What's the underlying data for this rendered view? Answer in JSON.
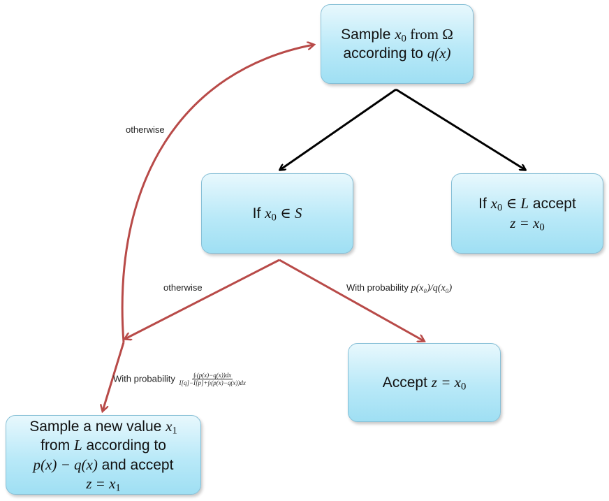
{
  "nodes": {
    "sample_x0": {
      "l1_pre": "Sample ",
      "l1_var": "x",
      "l1_sub": "0",
      "l1_post": " from Ω",
      "l2_pre": "according to ",
      "l2_math": "q(x)"
    },
    "if_in_s": {
      "pre": "If ",
      "var": "x",
      "sub": "0",
      "post": " ∈ S"
    },
    "if_in_l": {
      "pre": "If ",
      "var": "x",
      "sub": "0",
      "mid": " ∈ ",
      "set": "L",
      "post": " accept",
      "l2": "z = x",
      "l2_sub": "0"
    },
    "accept_z": {
      "pre": "Accept ",
      "math": "z = x",
      "sub": "0"
    },
    "sample_x1": {
      "l1": "Sample a new value ",
      "l1_var": "x",
      "l1_sub": "1",
      "l2_pre": "from ",
      "l2_set": "L",
      "l2_post": " according to",
      "l3_math": "p(x) − q(x)",
      "l3_post": " and accept",
      "l4": "z = x",
      "l4_sub": "1"
    }
  },
  "edge_labels": {
    "otherwise_top": "otherwise",
    "otherwise_mid": "otherwise",
    "with_prob_right_text": "With probability ",
    "with_prob_right_math": "p(x₀)/q(x₀)",
    "with_prob_left_text": "With probability ",
    "with_prob_left_num": "∫ₗ(p(x)−q(x))dx",
    "with_prob_left_den": "I[q]−I[p]+∫ₗ(p(x)−q(x))dx"
  },
  "colors": {
    "black_arrow": "#000000",
    "red_arrow": "#b84a48",
    "node_border": "#86bfd6"
  }
}
